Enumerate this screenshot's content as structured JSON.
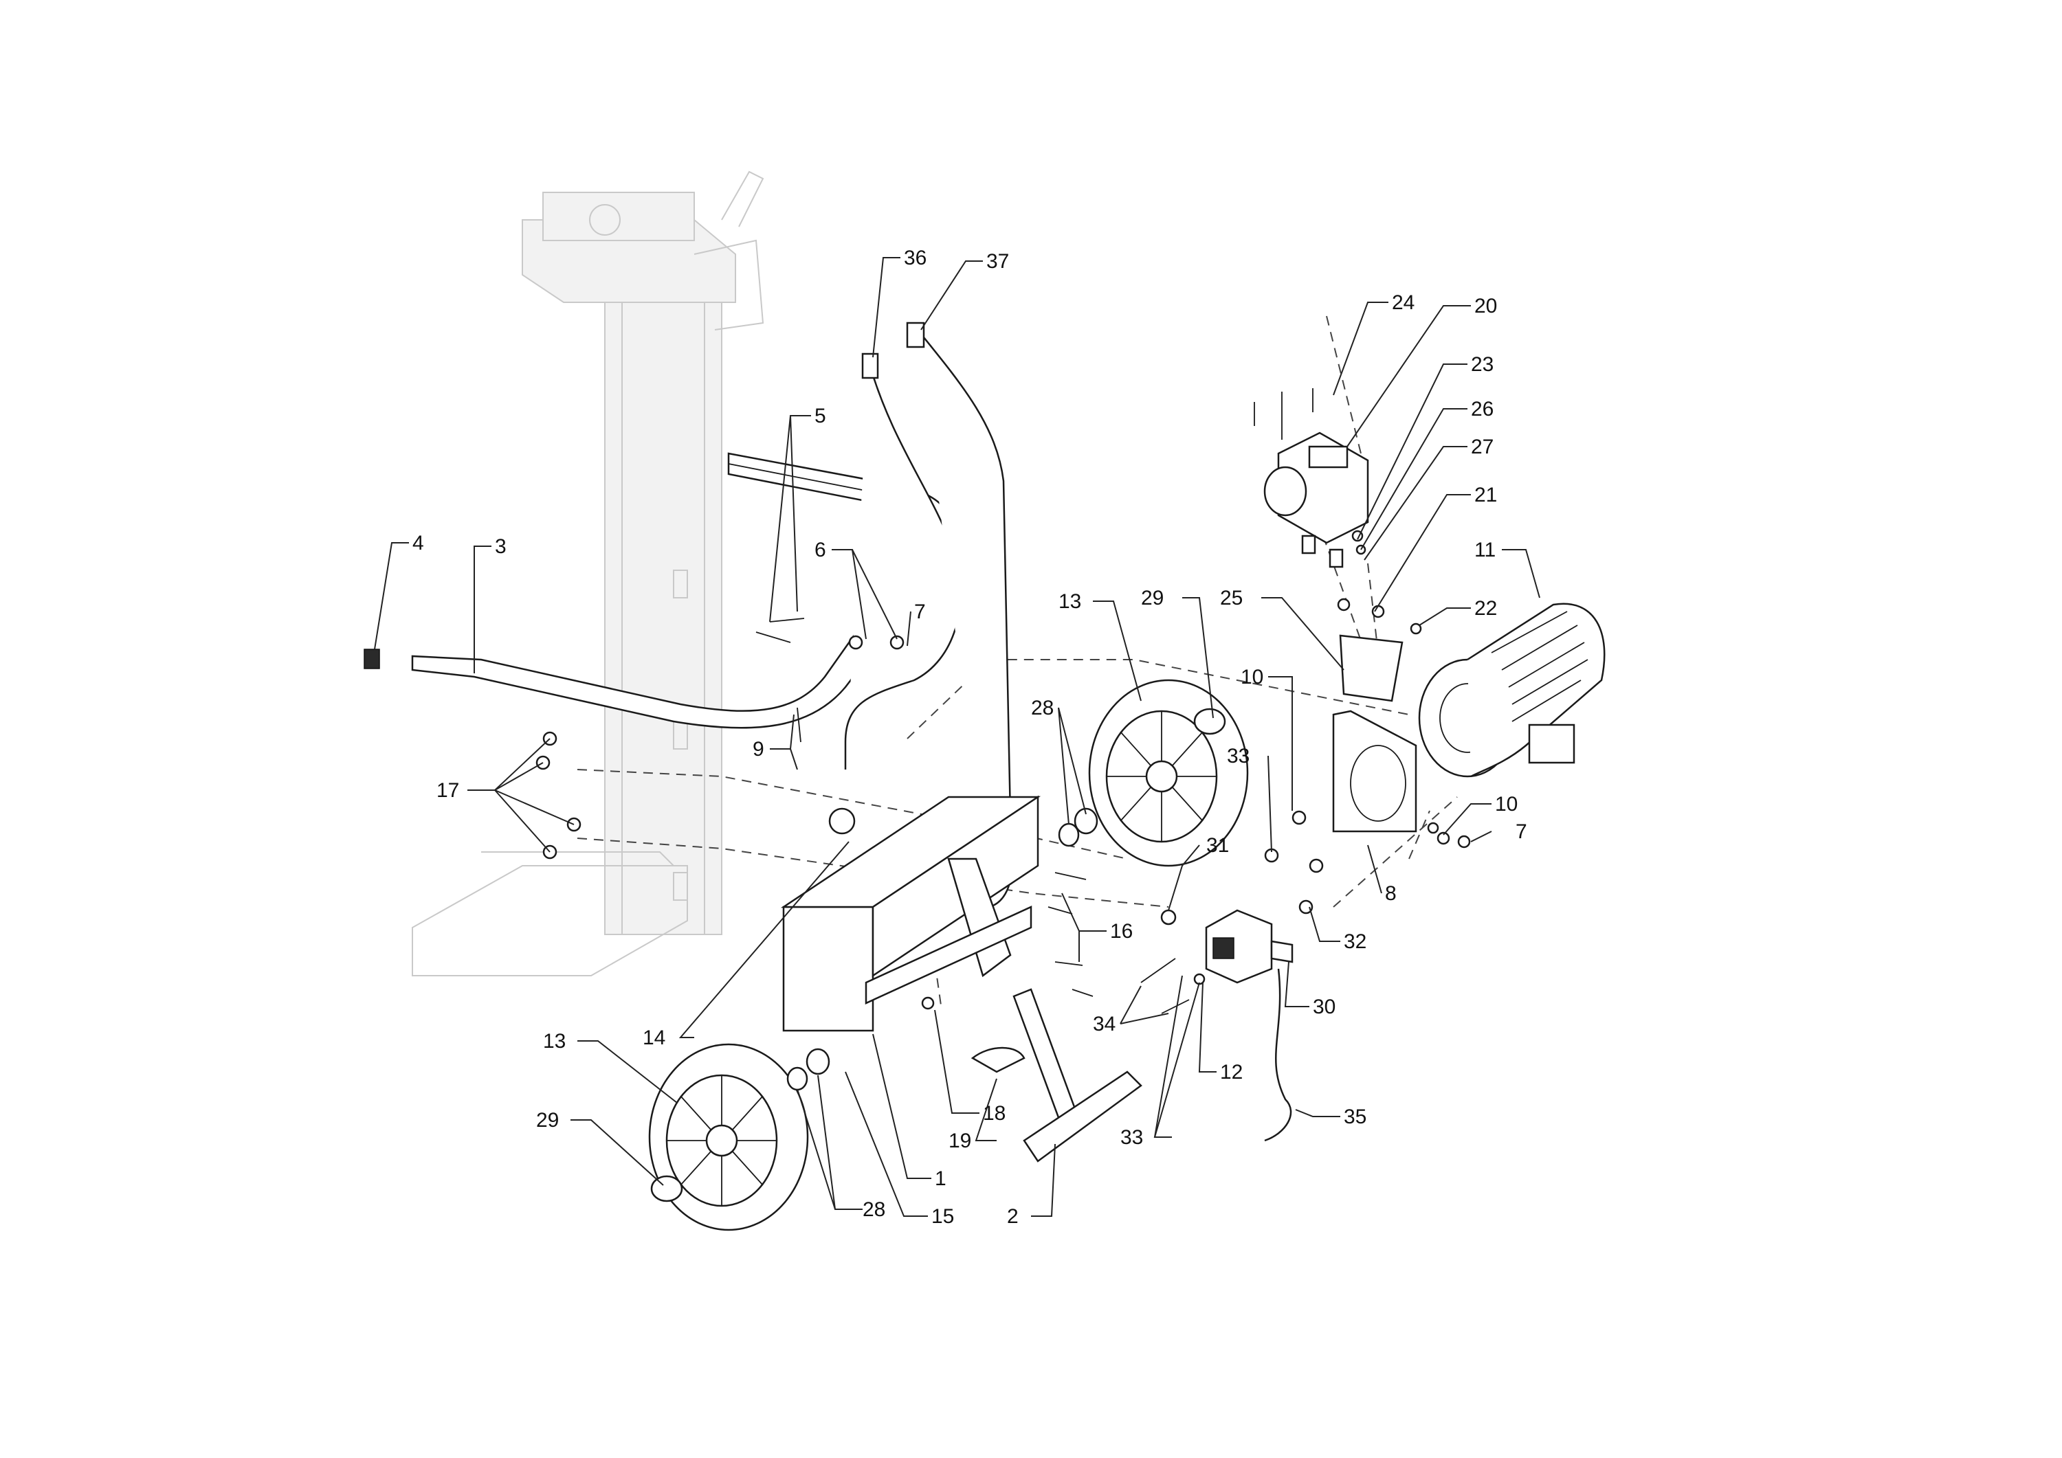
{
  "diagram": {
    "callouts": [
      {
        "id": "c36",
        "label": "36"
      },
      {
        "id": "c37",
        "label": "37"
      },
      {
        "id": "c24",
        "label": "24"
      },
      {
        "id": "c20",
        "label": "20"
      },
      {
        "id": "c23",
        "label": "23"
      },
      {
        "id": "c26",
        "label": "26"
      },
      {
        "id": "c27",
        "label": "27"
      },
      {
        "id": "c21",
        "label": "21"
      },
      {
        "id": "c11",
        "label": "11"
      },
      {
        "id": "c22",
        "label": "22"
      },
      {
        "id": "c5",
        "label": "5"
      },
      {
        "id": "c4",
        "label": "4"
      },
      {
        "id": "c3",
        "label": "3"
      },
      {
        "id": "c6",
        "label": "6"
      },
      {
        "id": "c7a",
        "label": "7"
      },
      {
        "id": "c13a",
        "label": "13"
      },
      {
        "id": "c29a",
        "label": "29"
      },
      {
        "id": "c25",
        "label": "25"
      },
      {
        "id": "c10a",
        "label": "10"
      },
      {
        "id": "c28a",
        "label": "28"
      },
      {
        "id": "c9",
        "label": "9"
      },
      {
        "id": "c33a",
        "label": "33"
      },
      {
        "id": "c17",
        "label": "17"
      },
      {
        "id": "c10b",
        "label": "10"
      },
      {
        "id": "c7b",
        "label": "7"
      },
      {
        "id": "c31",
        "label": "31"
      },
      {
        "id": "c8",
        "label": "8"
      },
      {
        "id": "c16",
        "label": "16"
      },
      {
        "id": "c32",
        "label": "32"
      },
      {
        "id": "c14",
        "label": "14"
      },
      {
        "id": "c30",
        "label": "30"
      },
      {
        "id": "c34",
        "label": "34"
      },
      {
        "id": "c13b",
        "label": "13"
      },
      {
        "id": "c12",
        "label": "12"
      },
      {
        "id": "c18",
        "label": "18"
      },
      {
        "id": "c29b",
        "label": "29"
      },
      {
        "id": "c35",
        "label": "35"
      },
      {
        "id": "c33b",
        "label": "33"
      },
      {
        "id": "c19",
        "label": "19"
      },
      {
        "id": "c1",
        "label": "1"
      },
      {
        "id": "c28b",
        "label": "28"
      },
      {
        "id": "c15",
        "label": "15"
      },
      {
        "id": "c2",
        "label": "2"
      }
    ]
  }
}
